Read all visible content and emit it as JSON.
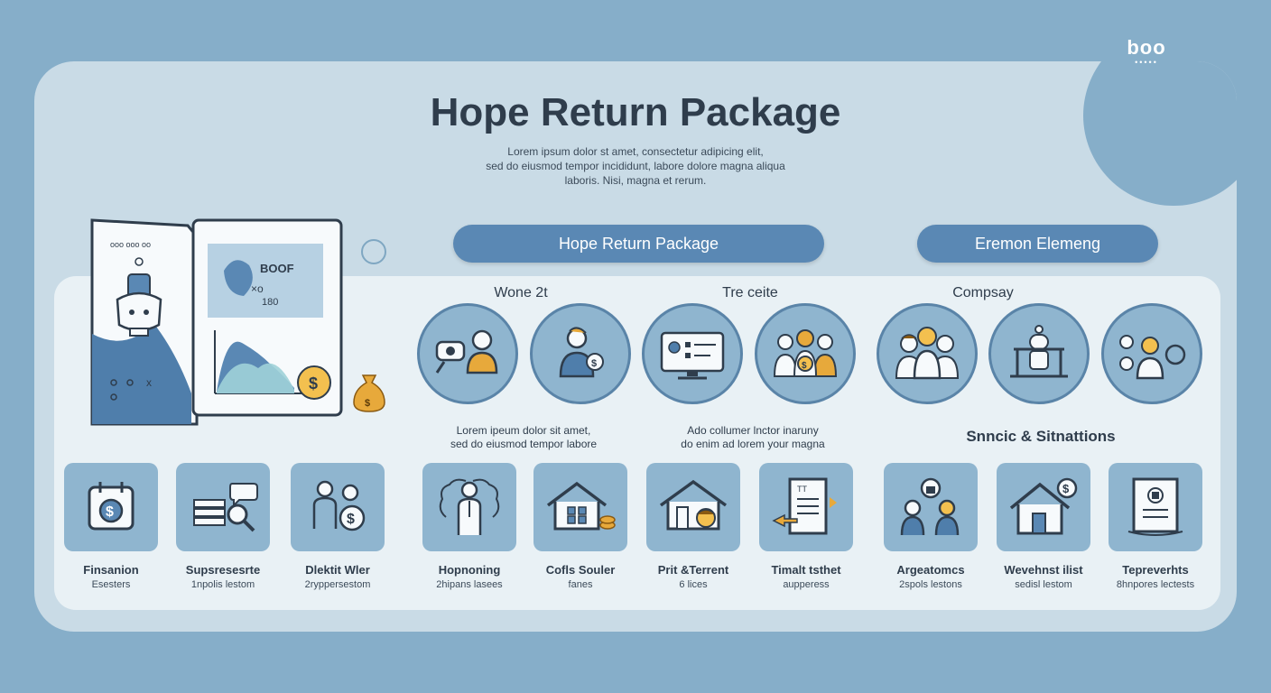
{
  "header": {
    "title": "Hope Return Package",
    "subtitle_lines": [
      "Lorem ipsum dolor st amet, consectetur adipicing elit,",
      "sed do eiusmod tempor incididunt, labore dolore magna aliqua",
      "laboris. Nisi, magna et rerum."
    ]
  },
  "logo": {
    "text": "boo",
    "dots": "•••••"
  },
  "illustration": {
    "dotted_text": "ooo ooo oo",
    "map_text_1": "BOOF",
    "map_text_2": "×o",
    "map_text_3": "180",
    "dollar": "$"
  },
  "pills": {
    "left": "Hope Return Package",
    "right": "Eremon Elemeng"
  },
  "groups": {
    "a": "Wone 2t",
    "b": "Tre ceite",
    "c": "Compsay",
    "d": "Snncic & Sitnattions"
  },
  "descriptions": {
    "left": [
      "Lorem ipeum dolor sit amet,",
      "sed do eiusmod tempor labore"
    ],
    "right": [
      "Ado collumer lnctor inaruny",
      "do enim ad lorem your magna"
    ]
  },
  "circles": [
    {
      "icon": "magnifier-person-icon"
    },
    {
      "icon": "person-coin-icon"
    },
    {
      "icon": "monitor-dashboard-icon"
    },
    {
      "icon": "people-group-coin-icon"
    },
    {
      "icon": "family-icon"
    },
    {
      "icon": "robot-balance-icon"
    },
    {
      "icon": "network-person-icon"
    }
  ],
  "tiles": [
    {
      "icon": "calendar-dollar-icon",
      "label": "Finsanion",
      "sub": "Esesters"
    },
    {
      "icon": "stack-magnifier-chat-icon",
      "label": "Supsresesrte",
      "sub": "1npolis lestom"
    },
    {
      "icon": "people-dollar-icon",
      "label": "Dlektit Wler",
      "sub": "2ryppersestom"
    },
    {
      "icon": "person-thinking-icon",
      "label": "Hopnoning",
      "sub": "2hipans lasees"
    },
    {
      "icon": "house-coins-icon",
      "label": "Cofls Souler",
      "sub": "fanes"
    },
    {
      "icon": "house-person-icon",
      "label": "Prit &Terrent",
      "sub": "6 lices"
    },
    {
      "icon": "document-arrow-icon",
      "label": "Timalt tsthet",
      "sub": "aupperess"
    },
    {
      "icon": "people-lock-icon",
      "label": "Argeatomcs",
      "sub": "2spols lestons"
    },
    {
      "icon": "house-dollar-icon",
      "label": "Wevehnst ilist",
      "sub": "sedisl lestom"
    },
    {
      "icon": "certificate-icon",
      "label": "Tepreverhts",
      "sub": "8hnpores lectests"
    }
  ],
  "colors": {
    "accent": "#5a88b4",
    "tile": "#8fb5cf",
    "gold": "#e7a93b",
    "background": "#86aec9"
  }
}
